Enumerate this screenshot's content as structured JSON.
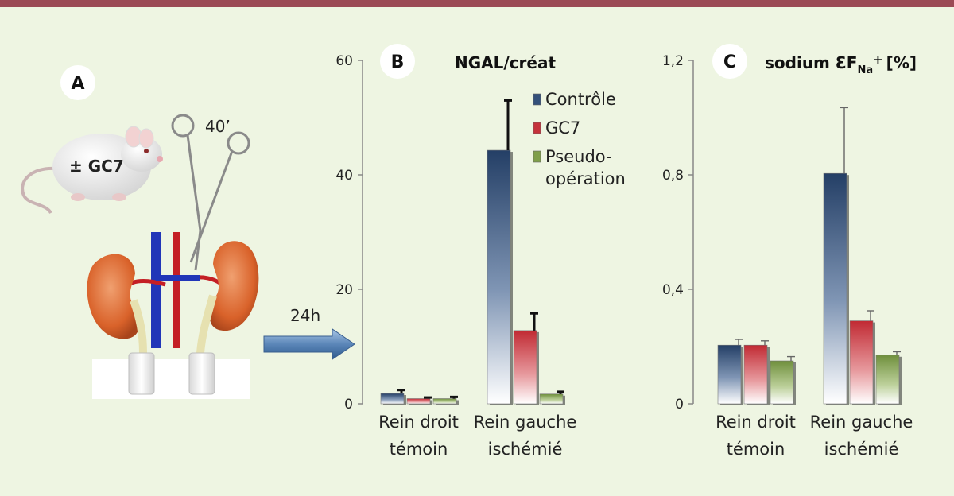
{
  "panel_a": {
    "letter": "A",
    "treatment_label": "± GC7",
    "duration_label": "40’",
    "arrow_label": "24h"
  },
  "legend": {
    "entries": [
      {
        "label_lines": [
          "Contrôle"
        ],
        "color": "#33507a"
      },
      {
        "label_lines": [
          "GC7"
        ],
        "color": "#c5323b"
      },
      {
        "label_lines": [
          "Pseudo-",
          "opération"
        ],
        "color": "#7f9f4a"
      }
    ]
  },
  "chart_data": [
    {
      "type": "bar",
      "panel": "B",
      "title": "NGAL/créat",
      "categories": [
        [
          "Rein droit",
          "témoin"
        ],
        [
          "Rein gauche",
          "ischémié"
        ]
      ],
      "ylim": [
        0,
        60
      ],
      "yticks": [
        "0",
        "20",
        "40",
        "60"
      ],
      "ytick_values": [
        0,
        20,
        40,
        60
      ],
      "series": [
        {
          "name": "Contrôle",
          "values": [
            1.8,
            44.3
          ],
          "errors": [
            0.6,
            8.7
          ],
          "color": "#33507a"
        },
        {
          "name": "GC7",
          "values": [
            0.9,
            12.8
          ],
          "errors": [
            0.2,
            3.0
          ],
          "color": "#c5323b"
        },
        {
          "name": "Pseudo-opération",
          "values": [
            0.9,
            1.7
          ],
          "errors": [
            0.3,
            0.4
          ],
          "color": "#7f9f4a"
        }
      ],
      "grid": false
    },
    {
      "type": "bar",
      "panel": "C",
      "title": "sodium ƐF",
      "title_subscript": "Na",
      "title_superscript": "+",
      "title_unit": "[%]",
      "categories": [
        [
          "Rein droit",
          "témoin"
        ],
        [
          "Rein gauche",
          "ischémié"
        ]
      ],
      "ylim": [
        0,
        1.2
      ],
      "yticks": [
        "0",
        "0,4",
        "0,8",
        "1,2"
      ],
      "ytick_values": [
        0,
        0.4,
        0.8,
        1.2
      ],
      "series": [
        {
          "name": "Contrôle",
          "values": [
            0.205,
            0.805
          ],
          "errors": [
            0.02,
            0.23
          ],
          "color": "#33507a"
        },
        {
          "name": "GC7",
          "values": [
            0.205,
            0.29
          ],
          "errors": [
            0.015,
            0.035
          ],
          "color": "#c5323b"
        },
        {
          "name": "Pseudo-opération",
          "values": [
            0.15,
            0.17
          ],
          "errors": [
            0.015,
            0.012
          ],
          "color": "#7f9f4a"
        }
      ],
      "grid": false
    }
  ]
}
